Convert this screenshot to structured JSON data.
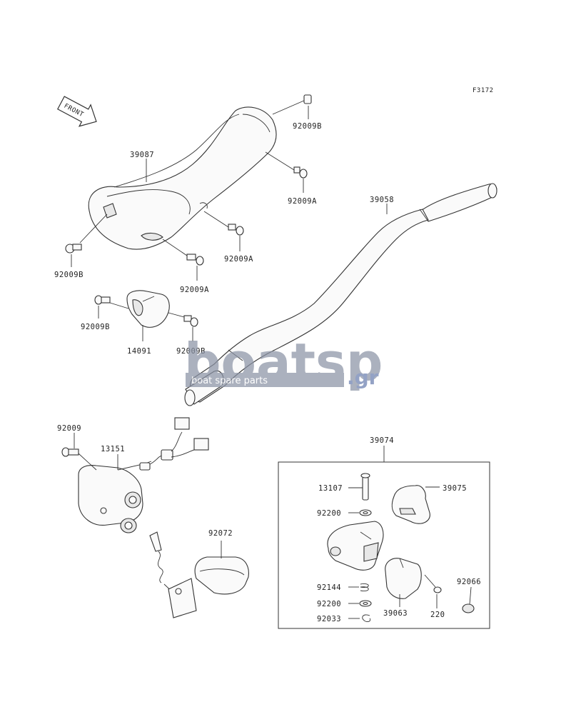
{
  "diagram_code": "F3172",
  "front_marker": "FRONT",
  "watermark": {
    "brand": "boatsp",
    "suffix": ".gr",
    "tagline": "boat spare parts",
    "color_main": "#8c94a6",
    "color_accent": "#6a7fb0"
  },
  "parts": {
    "p39087": "39087",
    "p92009B_top": "92009B",
    "p92009A_1": "92009A",
    "p92009A_2": "92009A",
    "p92009A_3": "92009A",
    "p92009B_left": "92009B",
    "p92009B_mid1": "92009B",
    "p92009B_mid2": "92009B",
    "p14091": "14091",
    "p39058": "39058",
    "p92009": "92009",
    "p13151": "13151",
    "p92072": "92072",
    "p39074": "39074",
    "p13107": "13107",
    "p39075": "39075",
    "p92200_1": "92200",
    "p92144": "92144",
    "p92200_2": "92200",
    "p92033": "92033",
    "p39063": "39063",
    "p220": "220",
    "p92066": "92066"
  }
}
